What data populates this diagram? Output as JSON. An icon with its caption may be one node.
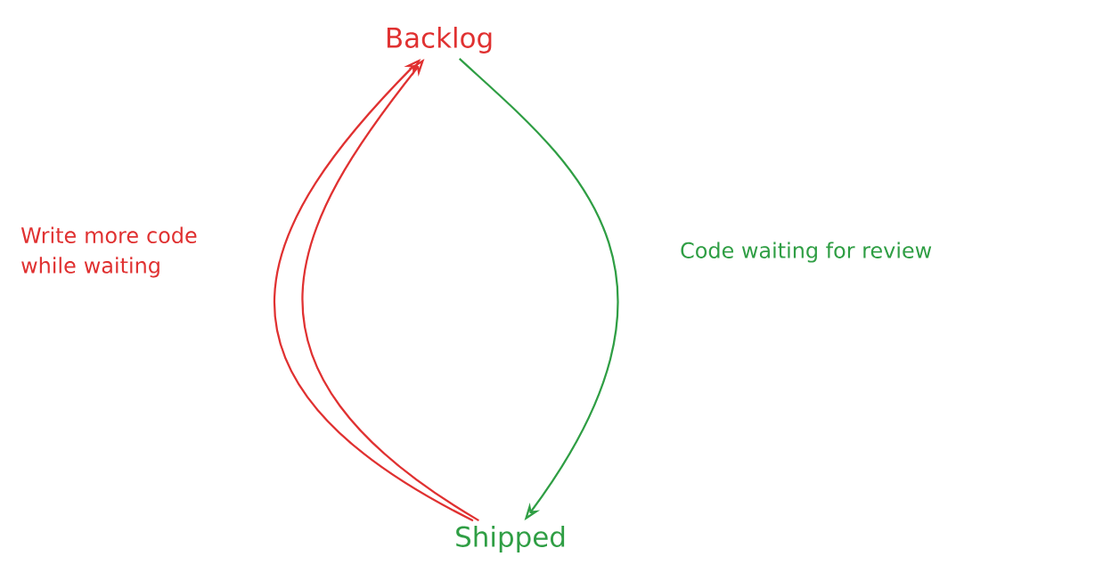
{
  "diagram": {
    "nodes": [
      {
        "text": [
          "Backlog"
        ]
      },
      {
        "text": [
          "Shipped"
        ]
      }
    ],
    "edges": [
      {
        "from": 0,
        "to": 1,
        "arrow": "to",
        "label": "Code waiting for review",
        "color": "#2f9e44"
      },
      {
        "from": 1,
        "to": 0,
        "arrow": "to",
        "label": "Write more code while waiting",
        "color": "#e03131"
      },
      {
        "from": 1,
        "to": 0,
        "arrow": "to",
        "color": "#e03131"
      }
    ]
  }
}
